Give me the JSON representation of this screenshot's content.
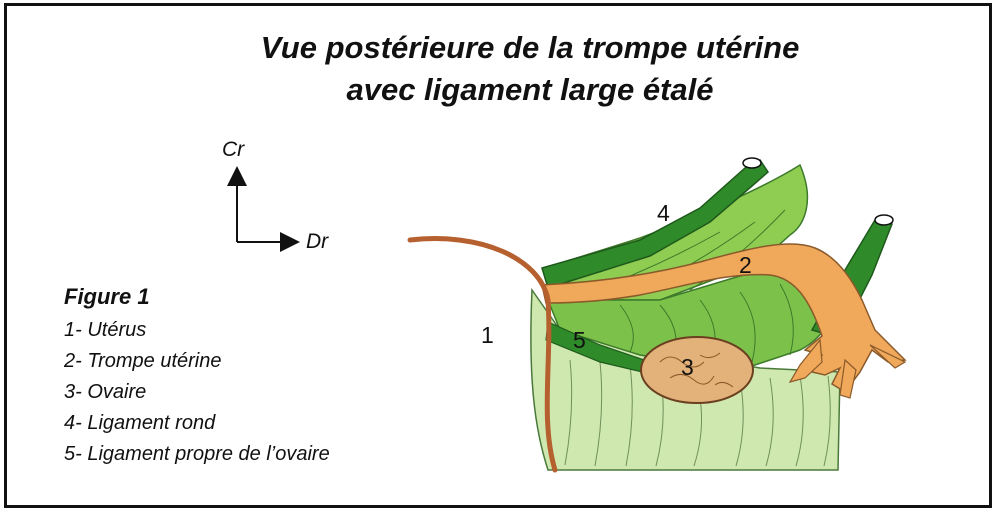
{
  "title": {
    "line1": "Vue postérieure de la trompe utérine",
    "line2": "avec ligament large étalé"
  },
  "orientation": {
    "vertical": "Cr",
    "horizontal": "Dr"
  },
  "legend": {
    "title": "Figure 1",
    "items": [
      "1- Utérus",
      "2- Trompe utérine",
      "3- Ovaire",
      "4- Ligament rond",
      "5- Ligament propre de l’ovaire"
    ]
  },
  "markers": {
    "uterus": "1",
    "tube": "2",
    "ovary": "3",
    "round_ligament": "4",
    "ovarian_ligament": "5"
  },
  "colors": {
    "uterus_outline": "#b5602e",
    "tube": "#f0a85a",
    "ovary": "#e3b27a",
    "ligament_dark": "#2f8a2a",
    "ligament_mid": "#7cc24a",
    "broad_ligament": "#cfe8b0"
  }
}
